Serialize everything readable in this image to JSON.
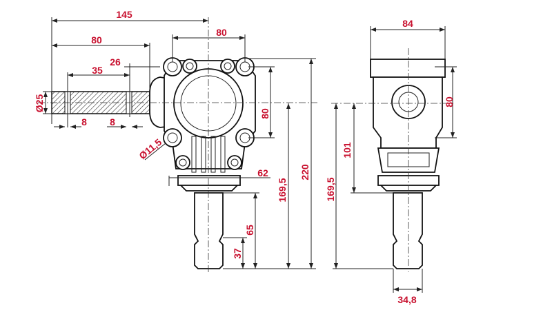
{
  "title": "Right-angle gearbox dimension drawing",
  "front_view": {
    "dims": {
      "overall_width": "145",
      "shaft_length": "80",
      "flange_bolt_spacing_h": "80",
      "shaft_offset": "26",
      "keyway_distance": "35",
      "shaft_diameter": "Ø25",
      "keyway_width_1": "8",
      "keyway_width_2": "8",
      "hole_diameter": "Ø11,5",
      "flange_bolt_spacing_v": "80",
      "flange_diameter": "62",
      "axis_to_bottom": "169,5",
      "overall_height": "220",
      "output_shaft_length": "65",
      "spline_length": "37"
    }
  },
  "side_view": {
    "dims": {
      "width": "84",
      "bolt_spacing_v": "80",
      "axis_to_flange": "101",
      "axis_to_bottom": "169,5",
      "shaft_diameter": "34,8"
    }
  },
  "colors": {
    "dimension_text": "#c8102e",
    "lines": "#222222"
  }
}
